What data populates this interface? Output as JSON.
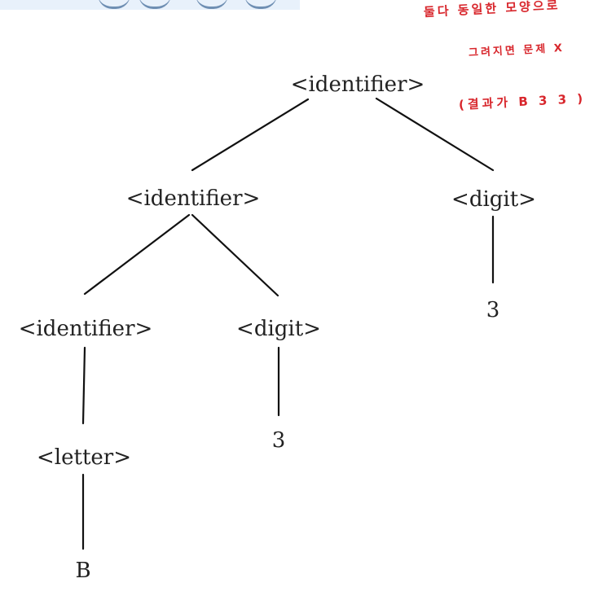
{
  "tree": {
    "root": "<identifier>",
    "left_identifier": "<identifier>",
    "right_digit": "<digit>",
    "right_digit_value": "3",
    "leftleft_identifier": "<identifier>",
    "left_digit": "<digit>",
    "left_digit_value": "3",
    "letter": "<letter>",
    "letter_value": "B"
  },
  "annotation": {
    "line1": "둘다 동일한 모양으로",
    "line2": "그려지면 문제 X",
    "line3": "(결과가 B 3 3 )"
  },
  "colors": {
    "ink": "#222222",
    "edge": "#111111",
    "annotation": "#d8262c",
    "cropped_header": "#e8f1fb"
  }
}
